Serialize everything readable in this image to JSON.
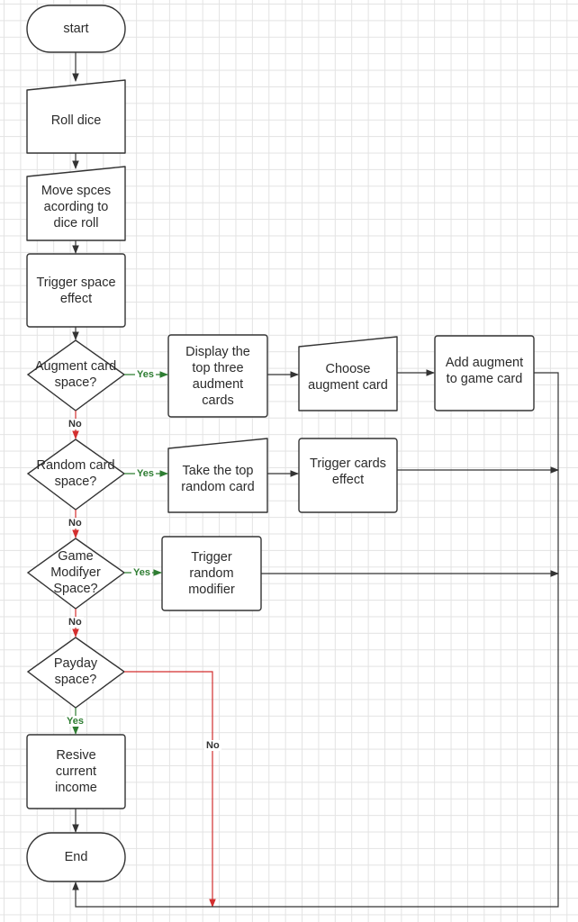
{
  "nodes": {
    "start": "start",
    "roll_dice": "Roll dice",
    "move_spaces": "Move spces\nacording to\ndice roll",
    "trigger_space": "Trigger space\neffect",
    "augment_q": "Augment card\nspace?",
    "display_top": "Display the\ntop three\naudment\ncards",
    "choose_augment": "Choose\naugment card",
    "add_augment": "Add augment\nto game card",
    "random_q": "Random card\nspace?",
    "take_top": "Take the top\nrandom card",
    "trigger_cards": "Trigger cards\neffect",
    "modifier_q": "Game\nModifyer\nSpace?",
    "trigger_random": "Trigger\nrandom\nmodifier",
    "payday_q": "Payday\nspace?",
    "resive_income": "Resive\ncurrent\nincome",
    "end": "End"
  },
  "edge_labels": {
    "yes_augment": "Yes",
    "no_augment": "No",
    "yes_random": "Yes",
    "no_random": "No",
    "yes_modifier": "Yes",
    "no_modifier": "No",
    "yes_payday": "Yes",
    "no_payday": "No"
  },
  "colors": {
    "stroke": "#333333",
    "fill": "#ffffff",
    "yes": "#2e7d32",
    "no_path": "#d32f2f",
    "grid": "#e3e3e3"
  }
}
